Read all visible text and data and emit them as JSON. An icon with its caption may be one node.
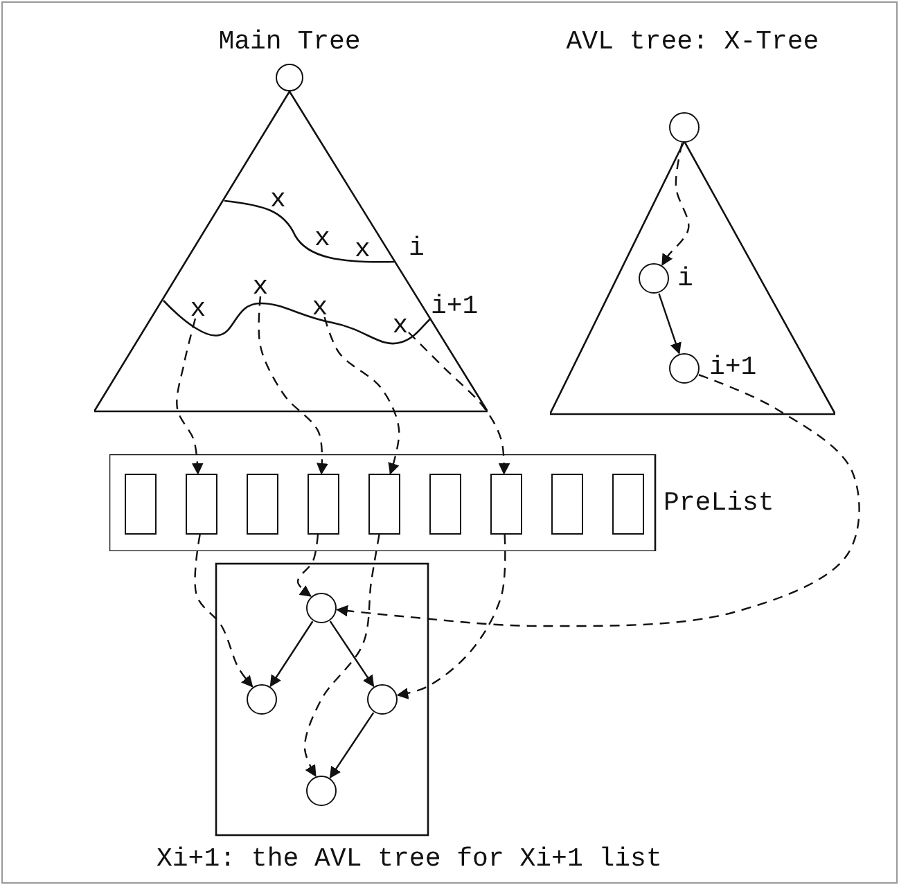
{
  "diagram": {
    "nodes": [
      {
        "text": [],
        "shape": "triangle"
      },
      {
        "text": [],
        "shape": "circle"
      },
      {
        "text": [
          "x"
        ],
        "in": 0
      },
      {
        "text": [
          "x"
        ],
        "in": 0
      },
      {
        "text": [
          "x"
        ],
        "in": 0
      },
      {
        "text": [
          "x"
        ],
        "in": 0
      },
      {
        "text": [],
        "shape": "triangle"
      },
      {
        "text": [],
        "shape": "circle"
      },
      {
        "text": [],
        "shape": "circle",
        "in": 6,
        "beside": [
          "i"
        ]
      },
      {
        "text": [],
        "shape": "circle",
        "in": 6,
        "beside": [
          "i+1"
        ]
      },
      {
        "text": [
          "PreList"
        ]
      },
      {
        "text": [],
        "shape": "box",
        "in": 10
      },
      {
        "text": [],
        "shape": "box",
        "in": 10
      },
      {
        "text": [],
        "shape": "box",
        "in": 10
      },
      {
        "text": [],
        "shape": "box",
        "in": 10
      },
      {
        "text": [],
        "shape": "box",
        "in": 10
      },
      {
        "text": [],
        "shape": "box",
        "in": 10
      },
      {
        "text": [],
        "shape": "box",
        "in": 10
      },
      {
        "text": [],
        "shape": "box",
        "in": 10
      },
      {
        "text": [],
        "shape": "box",
        "in": 10
      },
      {
        "text": [
          "Xi+1: the AVL tree for Xi+1 list"
        ]
      },
      {
        "text": [],
        "shape": "circle",
        "in": 20
      },
      {
        "text": [],
        "shape": "circle",
        "in": 20
      },
      {
        "text": [],
        "shape": "circle",
        "in": 20
      },
      {
        "text": [],
        "shape": "circle",
        "in": 20
      }
    ],
    "edges": [
      {
        "from": 2,
        "to": 12,
        "arrow": "to",
        "style": "dashed"
      },
      {
        "from": 3,
        "to": 14,
        "arrow": "to",
        "style": "dashed"
      },
      {
        "from": 4,
        "to": 15,
        "arrow": "to",
        "style": "dashed"
      },
      {
        "from": 5,
        "to": 17,
        "arrow": "to",
        "style": "dashed"
      },
      {
        "from": 12,
        "to": 22,
        "arrow": "to",
        "style": "dashed"
      },
      {
        "from": 14,
        "to": 21,
        "arrow": "to",
        "style": "dashed"
      },
      {
        "from": 15,
        "to": 24,
        "arrow": "to",
        "style": "dashed"
      },
      {
        "from": 17,
        "to": 23,
        "arrow": "to",
        "style": "dashed"
      },
      {
        "from": 9,
        "to": 21,
        "arrow": "to",
        "style": "dashed"
      },
      {
        "from": 7,
        "to": 8,
        "arrow": "to",
        "style": "dashed"
      },
      {
        "from": 8,
        "to": 9,
        "arrow": "to"
      },
      {
        "from": 21,
        "to": 22,
        "arrow": "to"
      },
      {
        "from": 21,
        "to": 23,
        "arrow": "to"
      },
      {
        "from": 23,
        "to": 24,
        "arrow": "to"
      }
    ],
    "labels": [
      "Main Tree",
      "AVL tree: X-Tree",
      "x",
      "x",
      "x",
      "i",
      "i+1"
    ]
  }
}
